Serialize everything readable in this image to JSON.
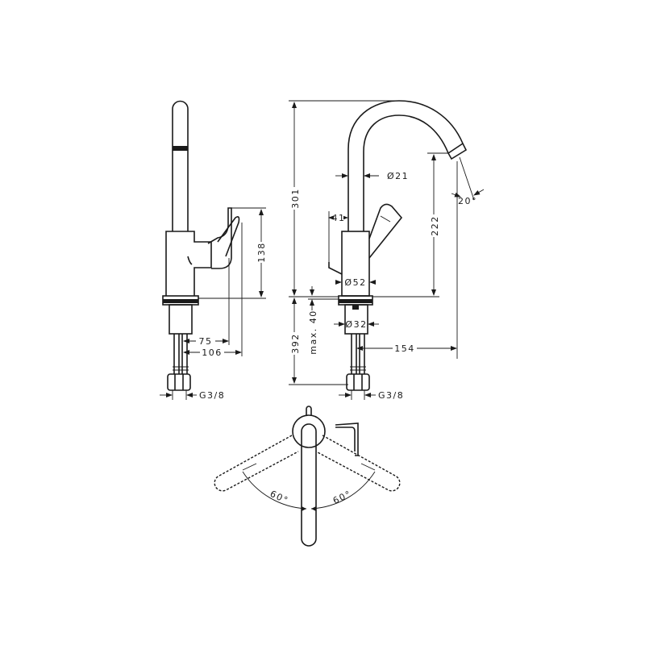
{
  "dimensions": {
    "side_height": "138",
    "side_reach_lever": "75",
    "side_reach_total": "106",
    "side_thread": "G3/8",
    "total_height": "301",
    "below_deck": "392",
    "max_deck": "max. 40",
    "spout_height": "222",
    "spout_diameter": "Ø21",
    "lever_offset": "41",
    "body_diameter": "Ø52",
    "shank_diameter": "Ø32",
    "spout_reach": "154",
    "spout_angle": "20°",
    "front_thread": "G3/8",
    "swivel_left": "60°",
    "swivel_right": "60°"
  }
}
